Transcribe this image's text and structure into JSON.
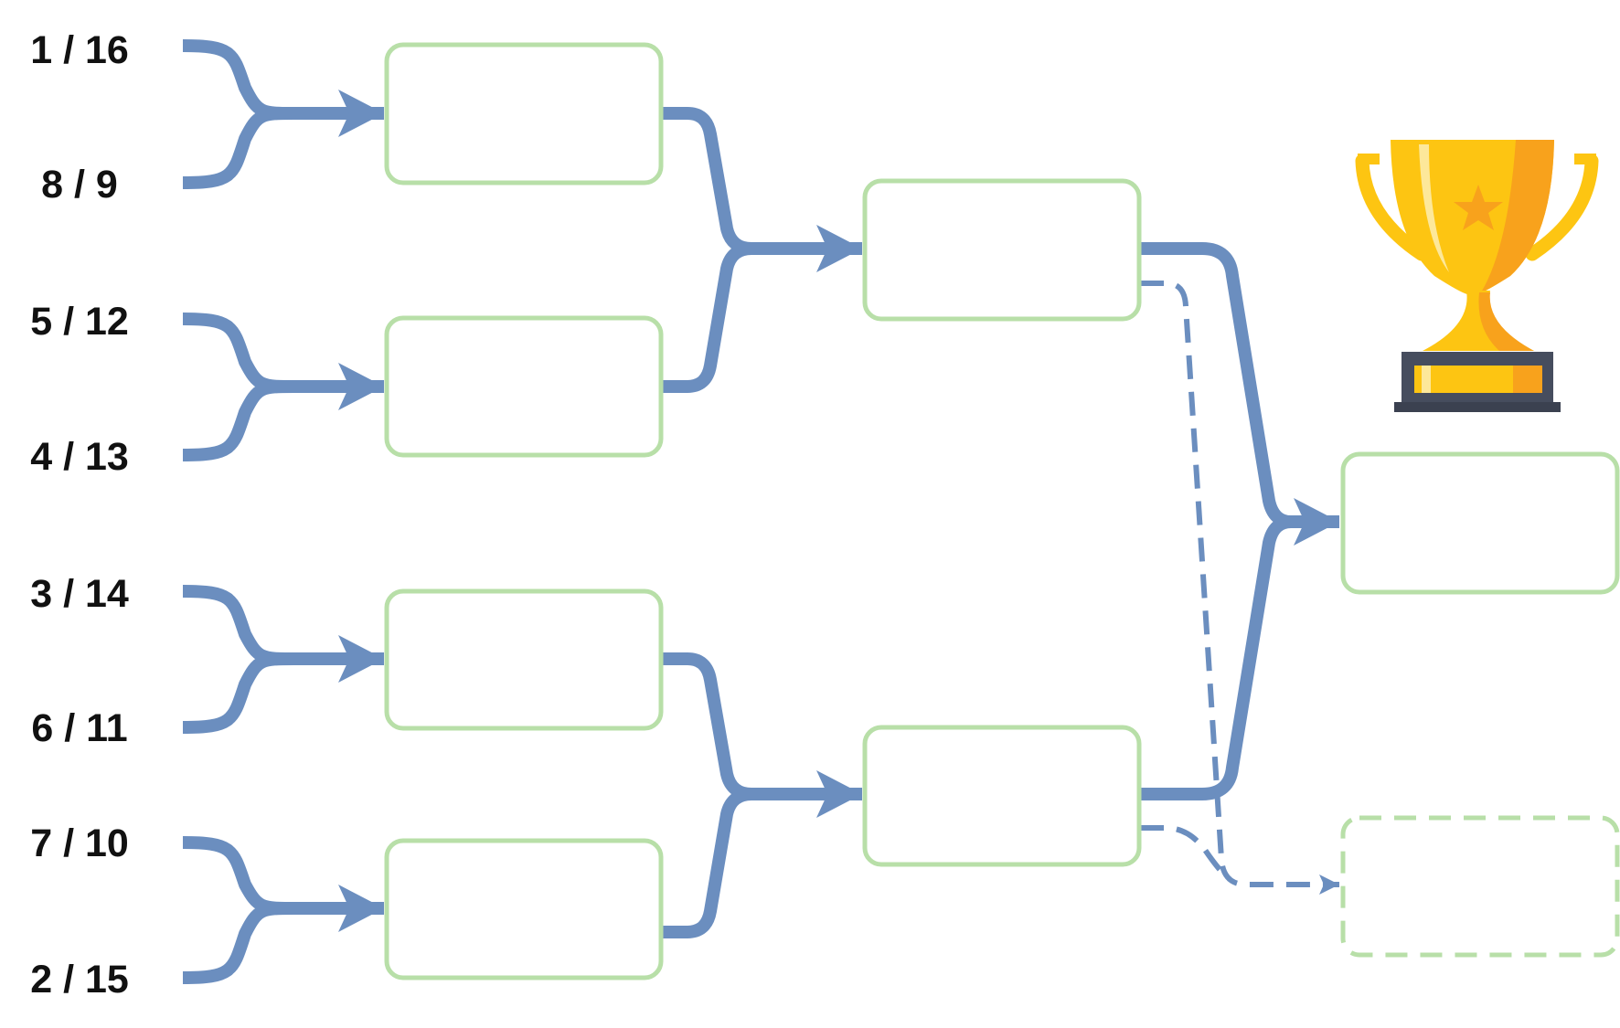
{
  "bracket": {
    "seeds": [
      "1 / 16",
      "8 / 9",
      "5 / 12",
      "4 / 13",
      "3 / 14",
      "6 / 11",
      "7 / 10",
      "2 / 15"
    ]
  },
  "colors": {
    "connector": "#6b8ebf",
    "box_border": "#b8dfa8",
    "label": "#111111",
    "trophy_gold": "#fdc512",
    "trophy_orange": "#f8a21c",
    "trophy_base": "#464d5e"
  },
  "icons": {
    "trophy": "trophy-icon"
  }
}
